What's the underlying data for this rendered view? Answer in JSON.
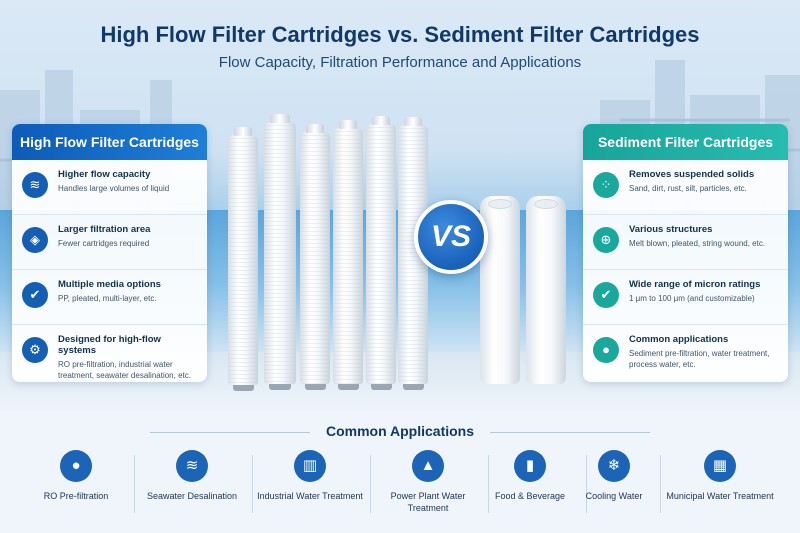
{
  "header": {
    "title": "High Flow Filter Cartridges vs. Sediment Filter Cartridges",
    "subtitle": "Flow Capacity, Filtration Performance and Applications"
  },
  "left_panel": {
    "title": "High Flow Filter Cartridges",
    "features": [
      {
        "icon": "waves-icon",
        "title": "Higher flow capacity",
        "desc": "Handles large volumes of liquid"
      },
      {
        "icon": "layers-icon",
        "title": "Larger filtration area",
        "desc": "Fewer cartridges required"
      },
      {
        "icon": "shield-icon",
        "title": "Multiple media options",
        "desc": "PP, pleated, multi-layer, etc."
      },
      {
        "icon": "gear-icon",
        "title": "Designed for high-flow systems",
        "desc": "RO pre-filtration, industrial water treatment, seawater desalination, etc."
      }
    ]
  },
  "vs_badge": "VS",
  "right_panel": {
    "title": "Sediment Filter Cartridges",
    "features": [
      {
        "icon": "particles-icon",
        "title": "Removes suspended solids",
        "desc": "Sand, dirt, rust, silt, particles, etc."
      },
      {
        "icon": "target-icon",
        "title": "Various structures",
        "desc": "Melt blown, pleated, string wound, etc."
      },
      {
        "icon": "shield-icon",
        "title": "Wide range of micron ratings",
        "desc": "1 μm to 100 μm (and customizable)"
      },
      {
        "icon": "droplet-icon",
        "title": "Common applications",
        "desc": "Sediment pre-filtration, water treatment, process water, etc."
      }
    ]
  },
  "applications": {
    "title": "Common Applications",
    "items": [
      {
        "icon": "droplet-icon",
        "label": "RO Pre-filtration"
      },
      {
        "icon": "waves-icon",
        "label": "Seawater Desalination"
      },
      {
        "icon": "factory-icon",
        "label": "Industrial Water Treatment"
      },
      {
        "icon": "power-plant-icon",
        "label": "Power Plant Water Treatment"
      },
      {
        "icon": "bottle-glass-icon",
        "label": "Food & Beverage"
      },
      {
        "icon": "snowflake-icon",
        "label": "Cooling Water"
      },
      {
        "icon": "city-icon",
        "label": "Municipal Water Treatment"
      }
    ]
  },
  "colors": {
    "primary_blue": "#145fb3",
    "teal": "#1aa79c",
    "title_navy": "#10386a"
  }
}
